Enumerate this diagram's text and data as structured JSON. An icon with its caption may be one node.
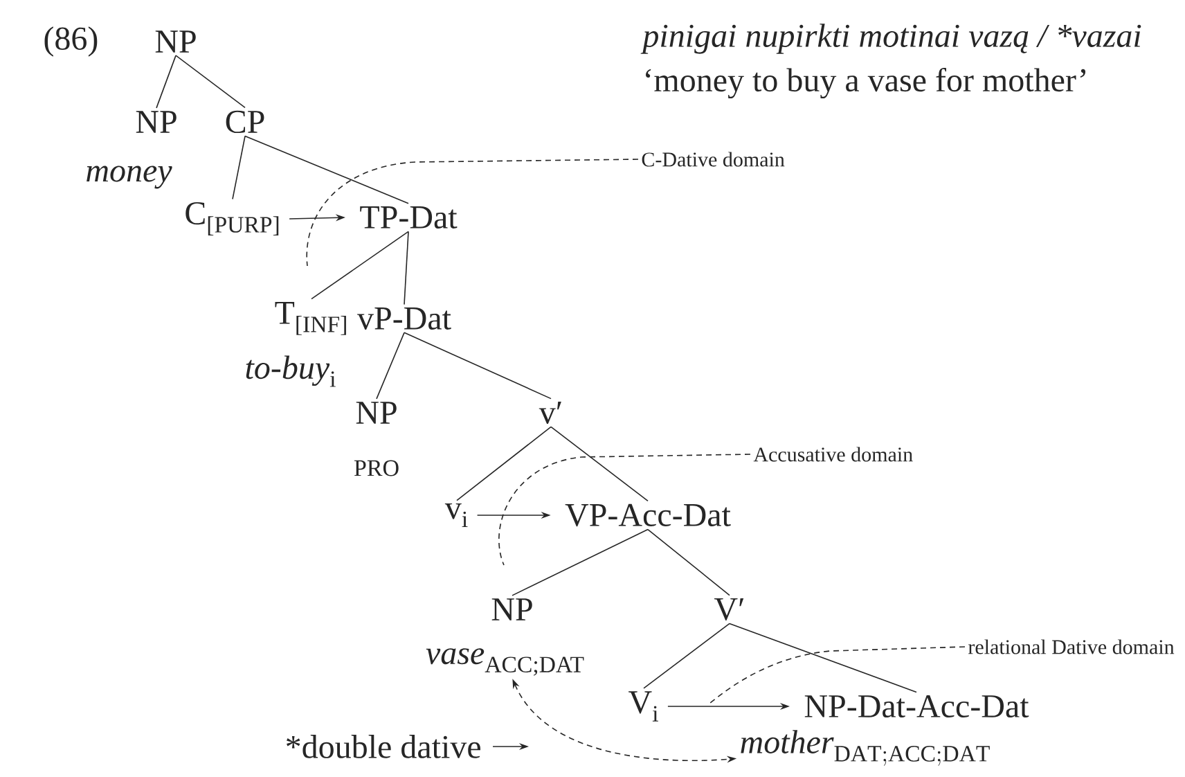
{
  "diagram": {
    "nodes": [
      {
        "text": [
          "NP"
        ]
      },
      {
        "text": [
          "NP",
          "money"
        ]
      },
      {
        "text": [
          "CP"
        ]
      },
      {
        "text": [
          "C$_{[PURP]}$"
        ]
      },
      {
        "text": [
          "TP-Dat"
        ]
      },
      {
        "text": [
          "T$_{[INF]}$",
          "*to-buy*$_{i}$"
        ]
      },
      {
        "text": [
          "vP-Dat"
        ]
      },
      {
        "text": [
          "NP",
          "PRO"
        ]
      },
      {
        "text": [
          "v′"
        ]
      },
      {
        "text": [
          "v$_{i}$"
        ]
      },
      {
        "text": [
          "VP-Acc-Dat"
        ]
      },
      {
        "text": [
          "NP"
        ]
      },
      {
        "text": [
          "V′"
        ]
      },
      {
        "text": [
          "*vase*$_{ACC;DAT}$"
        ]
      },
      {
        "text": [
          "V$_{i}$"
        ]
      },
      {
        "text": [
          "NP-Dat-Acc-Dat"
        ]
      },
      {
        "text": [
          "\\mathit{mother}_{\\mathrm{DAT;ACC;DAT}}"
        ]
      },
      {
        "text": [
          "C-Dative domain"
        ]
      },
      {
        "text": [
          "Accusative domain"
        ]
      },
      {
        "text": [
          "relational Dative domain"
        ]
      },
      {
        "text": [
          "*double dative"
        ]
      }
    ],
    "edges": [
      {
        "from": 0,
        "to": 1,
        "arrow": "none"
      },
      {
        "from": 0,
        "to": 2,
        "arrow": "none"
      },
      {
        "from": 2,
        "to": 3,
        "arrow": "none"
      },
      {
        "from": 2,
        "to": 4,
        "arrow": "none"
      },
      {
        "from": 4,
        "to": 5,
        "arrow": "none"
      },
      {
        "from": 4,
        "to": 6,
        "arrow": "none"
      },
      {
        "from": 6,
        "to": 7,
        "arrow": "none"
      },
      {
        "from": 6,
        "to": 8,
        "arrow": "none"
      },
      {
        "from": 8,
        "to": 9,
        "arrow": "none"
      },
      {
        "from": 8,
        "to": 10,
        "arrow": "none"
      },
      {
        "from": 10,
        "to": 11,
        "arrow": "none"
      },
      {
        "from": 10,
        "to": 12,
        "arrow": "none"
      },
      {
        "from": 12,
        "to": 14,
        "arrow": "none"
      },
      {
        "from": 12,
        "to": 15,
        "arrow": "none"
      },
      {
        "from": 3,
        "to": 4,
        "arrow": "to"
      },
      {
        "from": 9,
        "to": 10,
        "arrow": "to"
      },
      {
        "from": 14,
        "to": 15,
        "arrow": "to"
      },
      {
        "from": 13,
        "to": 16,
        "arrow": "both",
        "style": "dashed"
      },
      {
        "from": 17,
        "to": null,
        "arrow": "none",
        "style": "dashed"
      },
      {
        "from": 18,
        "to": null,
        "arrow": "none",
        "style": "dashed"
      },
      {
        "from": 19,
        "to": null,
        "arrow": "none",
        "style": "dashed"
      },
      {
        "from": 20,
        "to": null,
        "arrow": "to"
      }
    ],
    "labels": [
      "(86)",
      "pinigai nupirkti motinai vazą / *vazai",
      "‘money to buy a vase for mother’"
    ]
  }
}
